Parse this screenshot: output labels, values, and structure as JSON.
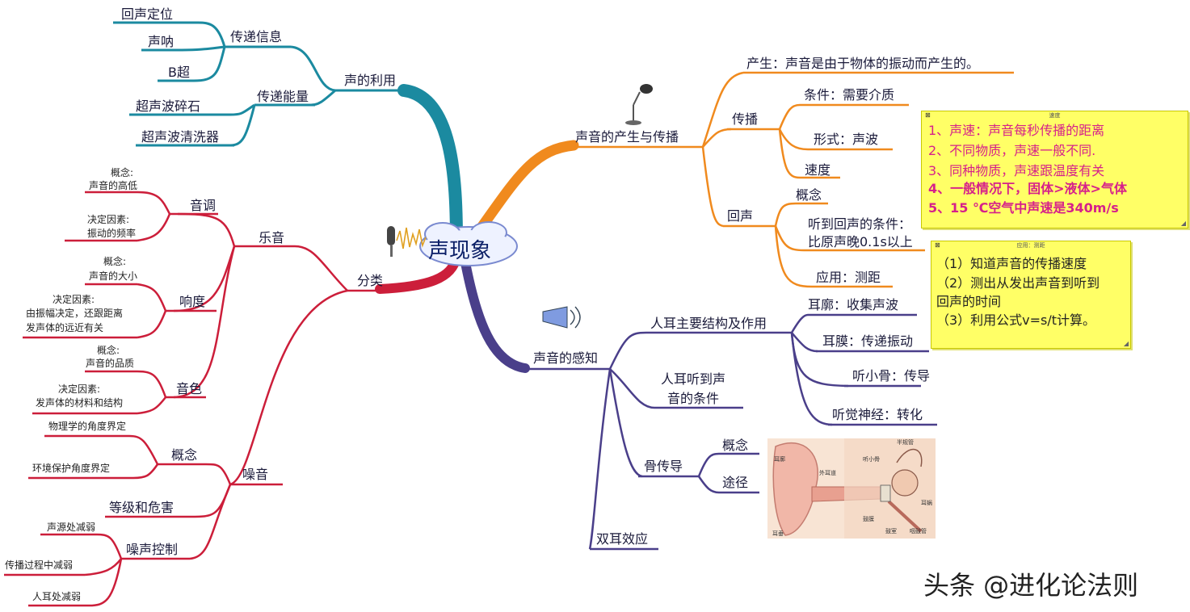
{
  "center": {
    "label": "声现象"
  },
  "branches": {
    "use": {
      "label": "声的利用",
      "color": "#1b8aa0"
    },
    "info": {
      "label": "传递信息"
    },
    "info_items": [
      "回声定位",
      "声呐",
      "B超"
    ],
    "energy": {
      "label": "传递能量"
    },
    "energy_items": [
      "超声波碎石",
      "超声波清洗器"
    ],
    "class": {
      "label": "分类",
      "color": "#cc1e3a"
    },
    "music": {
      "label": "乐音"
    },
    "pitch": {
      "label": "音调",
      "concept": [
        "概念:",
        "声音的高低"
      ],
      "factor": [
        "决定因素:",
        "振动的频率"
      ]
    },
    "loud": {
      "label": "响度",
      "concept": [
        "概念:",
        "声音的大小"
      ],
      "factor": [
        "决定因素:",
        "由振幅决定，还跟距离",
        "发声体的远近有关"
      ]
    },
    "timbre": {
      "label": "音色",
      "concept": [
        "概念:",
        "声音的品质"
      ],
      "factor": [
        "决定因素:",
        "发声体的材料和结构"
      ]
    },
    "noise": {
      "label": "噪音"
    },
    "noise_concept": {
      "label": "概念",
      "items": [
        "物理学的角度界定",
        "环境保护角度界定"
      ]
    },
    "noise_level": {
      "label": "等级和危害"
    },
    "noise_control": {
      "label": "噪声控制",
      "items": [
        "声源处减弱",
        "传播过程中减弱",
        "人耳处减弱"
      ]
    },
    "produce": {
      "label": "声音的产生与传播",
      "color": "#f08a1e"
    },
    "produce_fact": "产生：声音是由于物体的振动而产生的。",
    "spread": {
      "label": "传播",
      "items": [
        "条件：需要介质",
        "形式：声波",
        "速度"
      ]
    },
    "echo": {
      "label": "回声",
      "concept": "概念",
      "condition": [
        "听到回声的条件：",
        "比原声晚0.1s以上"
      ],
      "apply": "应用：测距"
    },
    "perceive": {
      "label": "声音的感知",
      "color": "#4a3f8a"
    },
    "ear_struct": {
      "label": "人耳主要结构及作用",
      "items": [
        "耳廓：收集声波",
        "耳膜：传递振动",
        "听小骨：传导",
        "听觉神经：转化"
      ]
    },
    "hear_cond": {
      "label": [
        "人耳听到声",
        "音的条件"
      ]
    },
    "bone": {
      "label": "骨传导",
      "items": [
        "概念",
        "途径"
      ]
    },
    "binaural": {
      "label": "双耳效应"
    }
  },
  "notes": {
    "speed": {
      "title": "速度",
      "lines": [
        "1、声速：声音每秒传播的距离",
        "2、不同物质，声速一般不同.",
        "3、同种物质，声速跟温度有关",
        "4、一般情况下，固体>液体>气体",
        "5、15 ℃空气中声速是340m/s"
      ]
    },
    "apply": {
      "title": "应用：测距",
      "lines": [
        "（1）知道声音的传播速度",
        "（2）测出从发出声音到听到",
        "回声的时间",
        "（3）利用公式v=s/t计算。"
      ]
    }
  },
  "ear_image": {
    "labels": [
      "耳廓",
      "外耳道",
      "半规管",
      "听小骨",
      "鼓膜",
      "鼓室",
      "耳蜗",
      "咽鼓管",
      "耳垂"
    ]
  },
  "watermark": "头条 @进化论法则"
}
